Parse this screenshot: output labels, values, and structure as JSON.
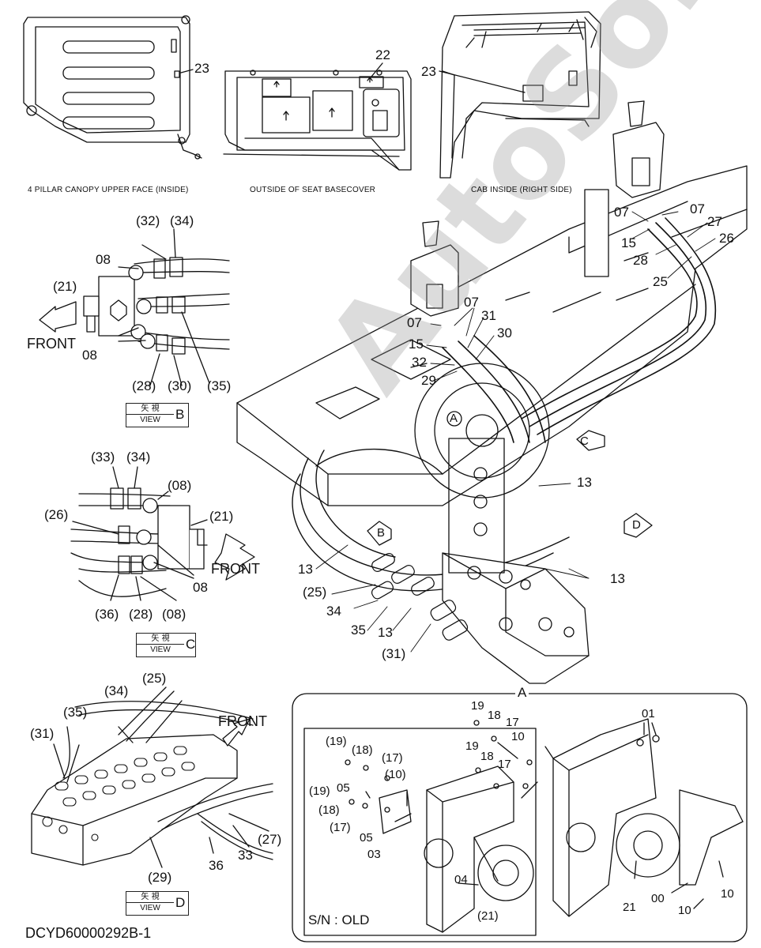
{
  "captions": {
    "canopy": "4 PILLAR CANOPY UPPER FACE (INSIDE)",
    "seat": "OUTSIDE OF SEAT BASECOVER",
    "cab": "CAB INSIDE (RIGHT SIDE)"
  },
  "watermark": "AutoSoft",
  "views": {
    "b": {
      "kanji": "矢 視",
      "view": "VIEW",
      "letter": "B"
    },
    "c": {
      "kanji": "矢 視",
      "view": "VIEW",
      "letter": "C"
    },
    "d": {
      "kanji": "矢 視",
      "view": "VIEW",
      "letter": "D"
    }
  },
  "front_label": "FRONT",
  "detail_a": {
    "title": "A",
    "sn_label": "S/N : OLD"
  },
  "drawing_code": "DCYD60000292B-1",
  "labels": {
    "c23a": "23",
    "c22": "22",
    "c23b": "23",
    "b32": "(32)",
    "b34": "(34)",
    "b08a": "08",
    "b21": "(21)",
    "b08b": "08",
    "b28": "(28)",
    "b30": "(30)",
    "b35": "(35)",
    "c33": "(33)",
    "c34": "(34)",
    "c08a": "(08)",
    "c26": "(26)",
    "c21": "(21)",
    "c08b": "08",
    "c36": "(36)",
    "c28": "(28)",
    "c08c": "(08)",
    "d25": "(25)",
    "d34": "(34)",
    "d35": "(35)",
    "d31": "(31)",
    "d27": "(27)",
    "d33": "33",
    "d36": "36",
    "d29": "(29)",
    "m07a": "07",
    "m07b": "07",
    "m15a": "15",
    "m27": "27",
    "m26": "26",
    "m28": "28",
    "m25": "25",
    "m07c": "07",
    "m07d": "07",
    "m31a": "31",
    "m30": "30",
    "m15b": "15",
    "m32": "32",
    "m29": "29",
    "mA": "A",
    "mB": "B",
    "mC": "C",
    "mD": "D",
    "m13a": "13",
    "m13b": "13",
    "m13c": "13",
    "m13d": "13",
    "m25p": "(25)",
    "m34": "34",
    "m35": "35",
    "m31p": "(31)",
    "a19a": "19",
    "a18a": "18",
    "a17a": "17",
    "a10a": "10",
    "a19b": "19",
    "a18b": "18",
    "a17b": "17",
    "a01": "01",
    "a19c": "(19)",
    "a18c": "(18)",
    "a17c": "(17)",
    "a10b": "(10)",
    "a05a": "05",
    "a19d": "(19)",
    "a18d": "(18)",
    "a17d": "(17)",
    "a05b": "05",
    "a03": "03",
    "a04": "04",
    "a21p": "(21)",
    "a21": "21",
    "a00": "00",
    "a10c": "10",
    "a10d": "10"
  }
}
